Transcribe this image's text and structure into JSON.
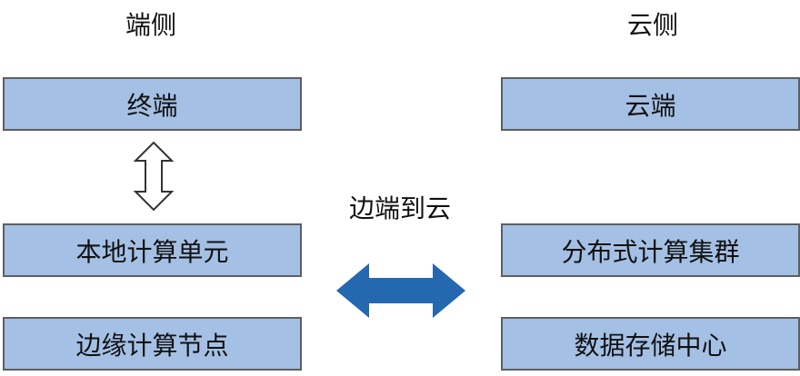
{
  "headings": {
    "left": "端侧",
    "right": "云侧"
  },
  "left_boxes": [
    "终端",
    "本地计算单元",
    "边缘计算节点"
  ],
  "right_boxes": [
    "云端",
    "分布式计算集群",
    "数据存储中心"
  ],
  "middle_label": "边端到云",
  "colors": {
    "box_fill": "#a4c0e4",
    "box_border": "#5f5f5f",
    "double_arrow": "#2468b0",
    "outline_arrow": "#333333"
  }
}
